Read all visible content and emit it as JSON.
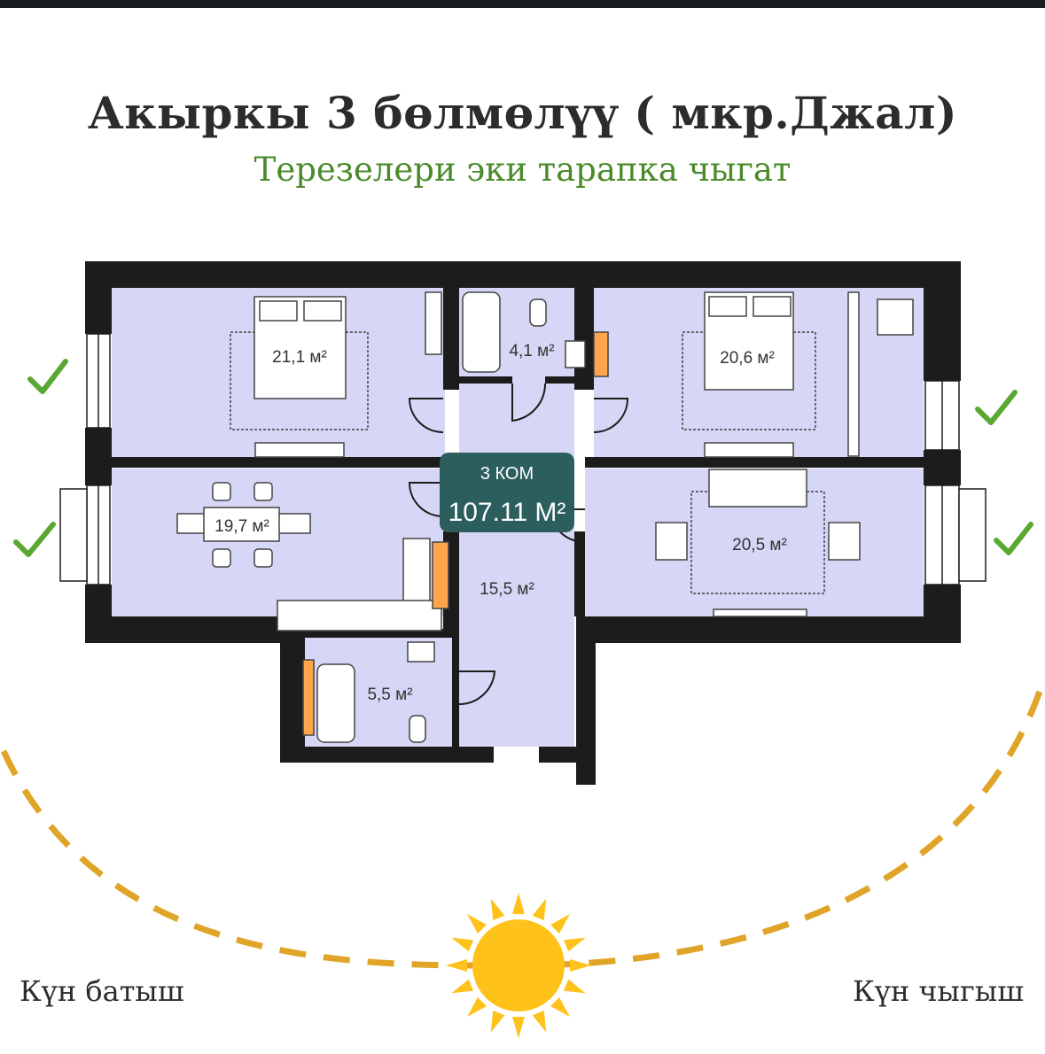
{
  "header": {
    "title": "Акыркы 3 бөлмөлүү ( мкр.Джал)",
    "subtitle": "Терезелери эки тарапка чыгат"
  },
  "plan": {
    "badge_rooms": "3 КОМ",
    "badge_area": "107.11 М²",
    "rooms": {
      "bedroom_left": "21,1 м²",
      "bathroom_top": "4,1 м²",
      "bedroom_right": "20,6 м²",
      "kitchen": "19,7 м²",
      "living": "20,5 м²",
      "hall": "15,5 м²",
      "bathroom_bottom": "5,5 м²"
    }
  },
  "sun": {
    "west_label": "Күн батыш",
    "east_label": "Күн чыгыш"
  },
  "colors": {
    "room_fill": "#d6d6f6",
    "wall": "#1c1c1c",
    "badge": "#2c5e5e",
    "check": "#5aa832",
    "sun_path": "#e0a528",
    "sun": "#ffc21a",
    "subtitle": "#4a8a2a"
  }
}
